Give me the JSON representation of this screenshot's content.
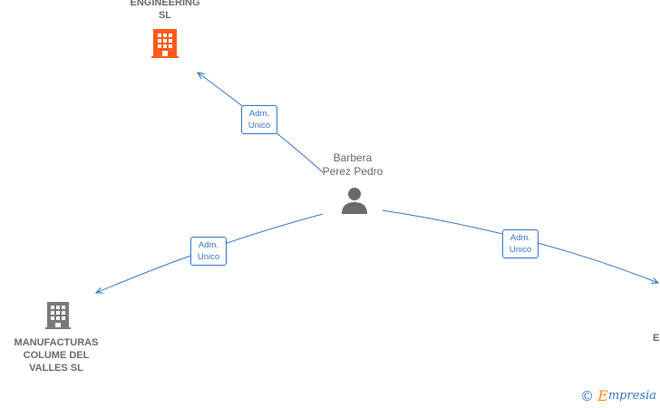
{
  "nodes": {
    "top_company": {
      "lines": [
        "ENGINEERING",
        "SL"
      ],
      "color": "#ff5a1e",
      "icon": "building-icon"
    },
    "person": {
      "lines": [
        "Barbera",
        "Perez Pedro"
      ],
      "icon": "person-icon",
      "color": "#6a6a6a"
    },
    "bottom_left_company": {
      "lines": [
        "MANUFACTURAS",
        "COLUME DEL",
        "VALLES  SL"
      ],
      "icon": "building-icon",
      "color": "#7a7a7a"
    },
    "right_company": {
      "lines": [
        "E"
      ]
    }
  },
  "edges": [
    {
      "label_line1": "Adm.",
      "label_line2": "Unico",
      "target": "top_company"
    },
    {
      "label_line1": "Adm.",
      "label_line2": "Unico",
      "target": "bottom_left_company"
    },
    {
      "label_line1": "Adm.",
      "label_line2": "Unico",
      "target": "right_company"
    }
  ],
  "footer": {
    "copyright": "©",
    "brand_first": "E",
    "brand_rest": "mpresia"
  },
  "colors": {
    "edge": "#3a78c2",
    "text": "#6a6a6a"
  }
}
